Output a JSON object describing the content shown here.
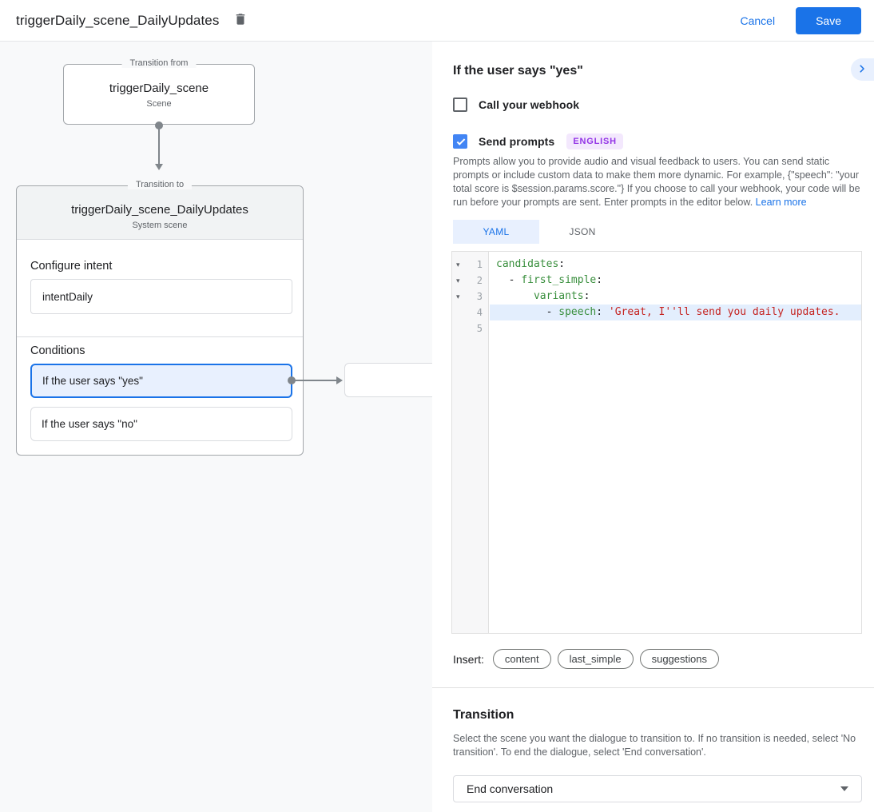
{
  "topbar": {
    "title": "triggerDaily_scene_DailyUpdates",
    "cancel": "Cancel",
    "save": "Save"
  },
  "diagram": {
    "from": {
      "legend": "Transition from",
      "title": "triggerDaily_scene",
      "subtitle": "Scene"
    },
    "to": {
      "legend": "Transition to",
      "title": "triggerDaily_scene_DailyUpdates",
      "subtitle": "System scene",
      "intent_label": "Configure intent",
      "intent_value": "intentDaily",
      "conditions_label": "Conditions",
      "condition_yes": "If the user says \"yes\"",
      "condition_no": "If the user says \"no\""
    }
  },
  "panel": {
    "title": "If the user says \"yes\"",
    "webhook_label": "Call your webhook",
    "prompts_label": "Send prompts",
    "language_badge": "ENGLISH",
    "description": "Prompts allow you to provide audio and visual feedback to users. You can send static prompts or include custom data to make them more dynamic. For example, {\"speech\": \"your total score is $session.params.score.\"} If you choose to call your webhook, your code will be run before your prompts are sent. Enter prompts in the editor below. ",
    "learn_more": "Learn more",
    "tabs": {
      "yaml": "YAML",
      "json": "JSON"
    },
    "insert_label": "Insert:",
    "insert_chips": [
      "content",
      "last_simple",
      "suggestions"
    ],
    "transition": {
      "heading": "Transition",
      "description": "Select the scene you want the dialogue to transition to. If no transition is needed, select 'No transition'. To end the dialogue, select 'End conversation'.",
      "value": "End conversation"
    }
  },
  "editor": {
    "fold_icon": "▾",
    "lines": [
      {
        "num": "1",
        "fold": "▾",
        "t1": "candidates",
        "t2": ":"
      },
      {
        "num": "2",
        "fold": "▾",
        "t0": "  - ",
        "t1": "first_simple",
        "t2": ":"
      },
      {
        "num": "3",
        "fold": "▾",
        "t0": "      ",
        "t1": "variants",
        "t2": ":"
      },
      {
        "num": "4",
        "t0": "        - ",
        "t1": "speech",
        "t2": ": ",
        "t3": "'Great, I''ll send you daily updates."
      },
      {
        "num": "5"
      }
    ]
  }
}
